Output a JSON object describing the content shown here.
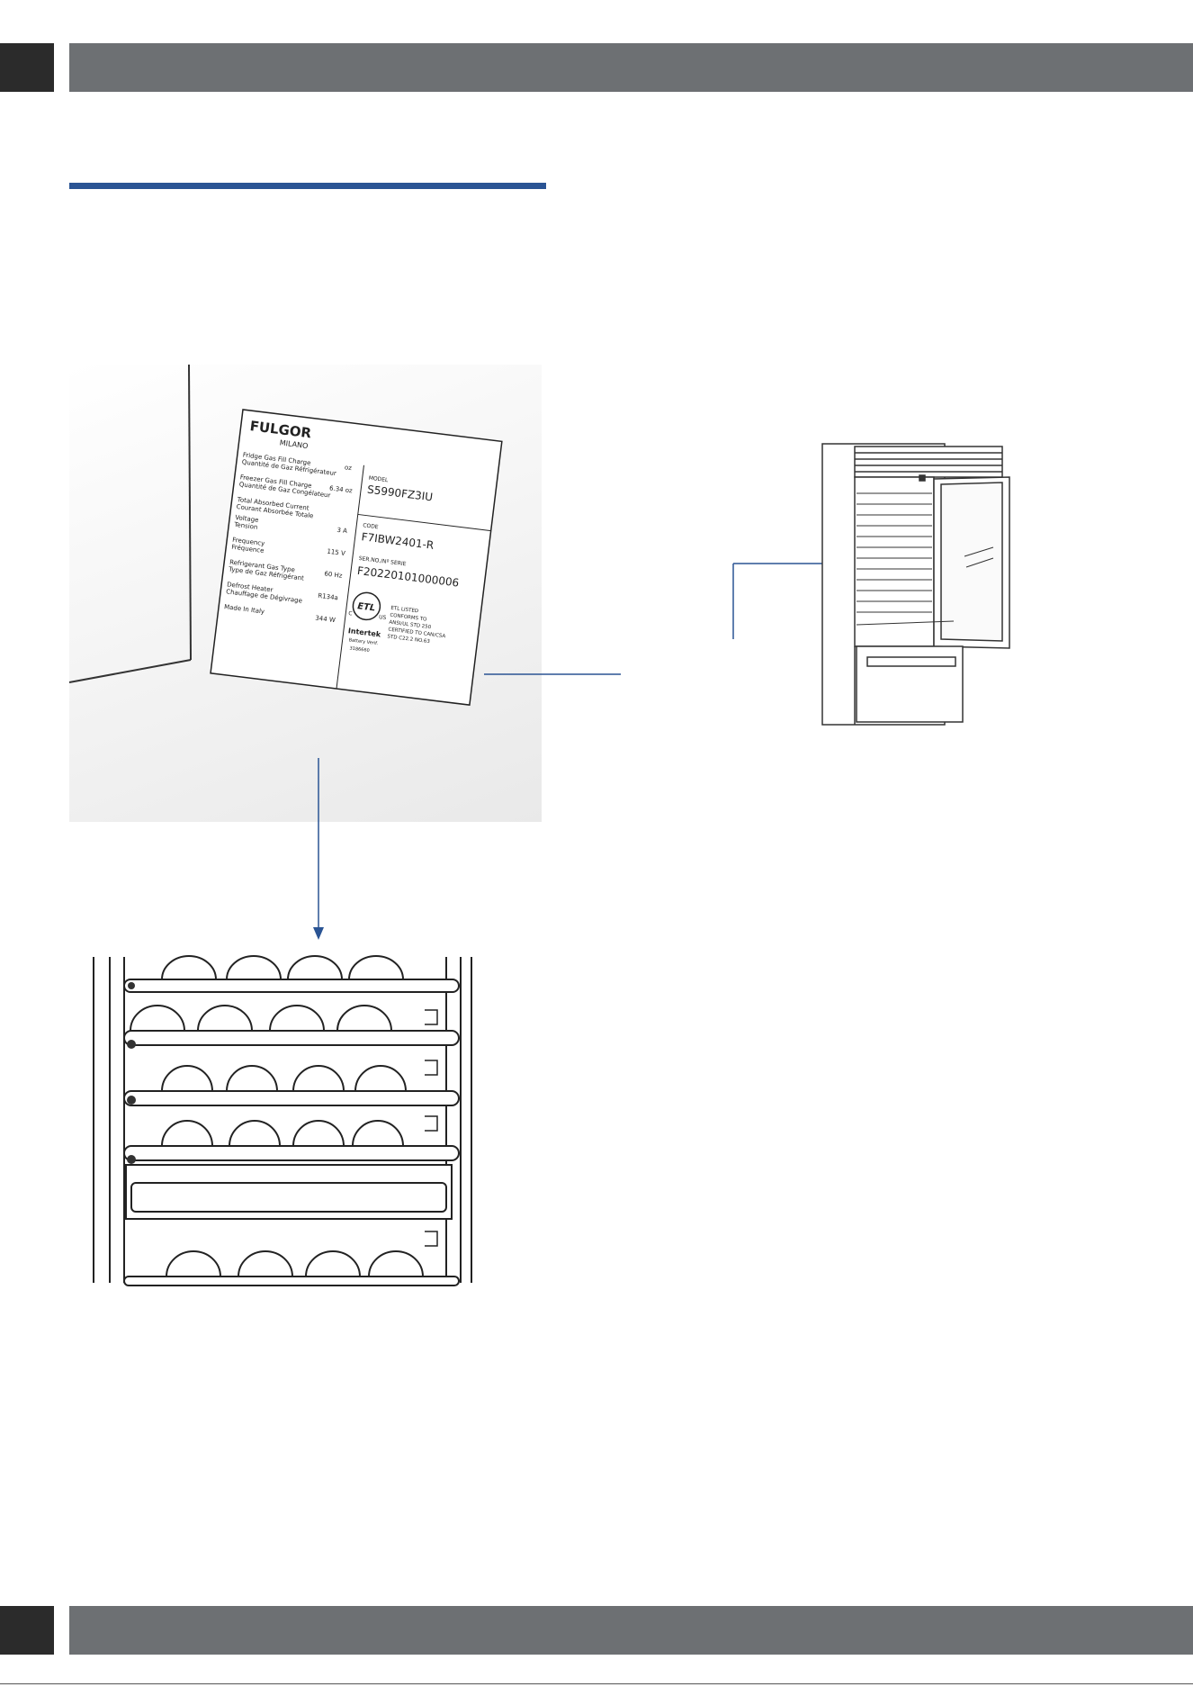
{
  "label": {
    "brand": "FULGOR",
    "brand_sub": "MILANO",
    "rows": [
      {
        "en": "Fridge Gas Fill Charge",
        "fr": "Quantité de Gaz Réfrigérateur",
        "value": "oz"
      },
      {
        "en": "Freezer Gas Fill Charge",
        "fr": "Quantité de Gaz Congélateur",
        "value": "6.34 oz"
      },
      {
        "en": "Total Absorbed Current",
        "fr": "Courant Absorbée Totale",
        "value": ""
      },
      {
        "en": "Voltage",
        "fr": "Tension",
        "value": "3 A"
      },
      {
        "en": "Frequency",
        "fr": "Fréquence",
        "value": "115 V"
      },
      {
        "en": "Refrigerant Gas Type",
        "fr": "Type de Gaz Réfrigérant",
        "value": "60 Hz"
      },
      {
        "en": "Defrost Heater",
        "fr": "Chauffage de Dégivrage",
        "value": "R134a"
      },
      {
        "en": "Made In Italy",
        "fr": "",
        "value": "344 W"
      }
    ],
    "model_caption": "MODEL",
    "model": "S5990FZ3IU",
    "code_caption": "CODE",
    "code": "F7IBW2401-R",
    "serial_caption": "SER.NO./Nº SERIE",
    "serial": "F20220101000006",
    "etl_mark": "ETL",
    "etl_lines": [
      "ETL LISTED",
      "CONFORMS TO",
      "ANSI/UL STD 250",
      "CERTIFIED TO CAN/CSA",
      "STD C22.2 NO.63"
    ],
    "intertek": "Intertek",
    "intertek_sub": "Battery Verif.",
    "intertek_no": "3186660",
    "c_mark": "C",
    "us_mark": "US"
  }
}
